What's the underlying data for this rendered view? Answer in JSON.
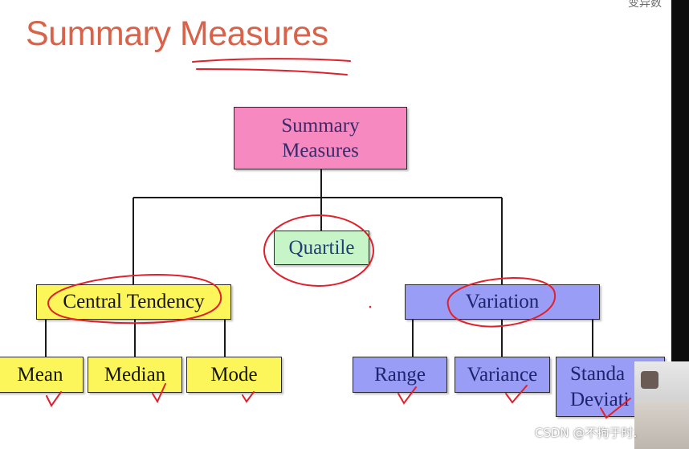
{
  "slide": {
    "title": "Summary Measures"
  },
  "diagram": {
    "root": "Summary\nMeasures",
    "middle": "Quartile",
    "left_branch": "Central Tendency",
    "right_branch": "Variation",
    "left_leaves": [
      "Mean",
      "Median",
      "Mode"
    ],
    "right_leaves": [
      "Range",
      "Variance",
      "Standa\nDeviati"
    ]
  },
  "overlay": {
    "watermark": "CSDN @不拘于时.",
    "corner_text": "变异数"
  },
  "colors": {
    "title": "#d8634a",
    "root_fill": "#f689c0",
    "quartile_fill": "#c8f5c8",
    "central_fill": "#fdf65a",
    "variation_fill": "#9a9df5",
    "annotation_ink": "#e0202a"
  }
}
